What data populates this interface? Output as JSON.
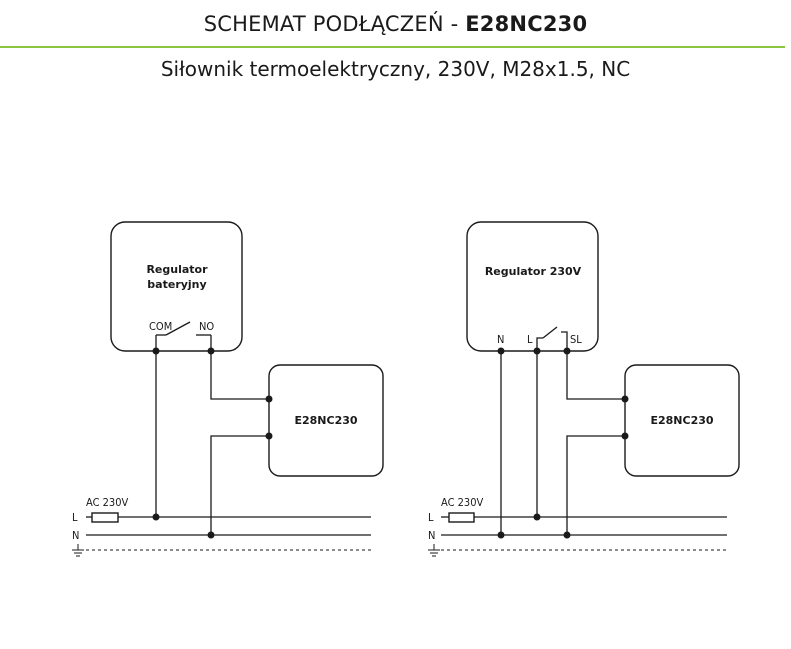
{
  "header": {
    "title_prefix": "SCHEMAT PODŁĄCZEŃ - ",
    "title_model": "E28NC230",
    "subtitle": "Siłownik termoelektryczny, 230V, M28x1.5, NC",
    "rule_color": "#8cc63f"
  },
  "left_diagram": {
    "regulator_line1": "Regulator",
    "regulator_line2": "bateryjny",
    "terminal_com": "COM",
    "terminal_no": "NO",
    "actuator_label": "E28NC230",
    "supply_label": "AC 230V",
    "line_l": "L",
    "line_n": "N"
  },
  "right_diagram": {
    "regulator_label": "Regulator 230V",
    "terminal_n": "N",
    "terminal_l": "L",
    "terminal_sl": "SL",
    "actuator_label": "E28NC230",
    "supply_label": "AC 230V",
    "line_l": "L",
    "line_n": "N"
  },
  "icons": {
    "ground": "ground-icon",
    "fuse": "fuse-icon",
    "switch": "switch-contact-icon"
  }
}
